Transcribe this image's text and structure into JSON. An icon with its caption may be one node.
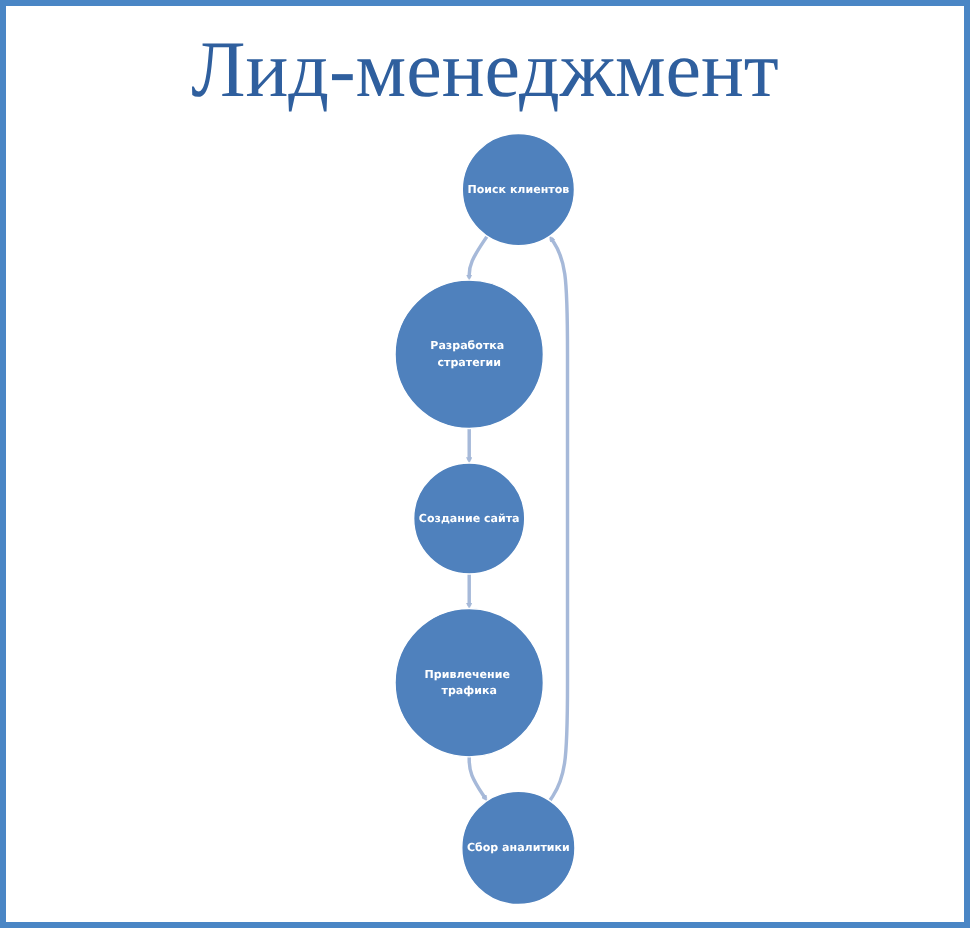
{
  "diagram": {
    "title": "Лид-менеджмент",
    "nodes": [
      {
        "text": [
          "Поиск клиентов"
        ]
      },
      {
        "text": [
          "Разработка стратегии"
        ]
      },
      {
        "text": [
          "Создание сайта"
        ]
      },
      {
        "text": [
          "Привлечение трафика"
        ]
      },
      {
        "text": [
          "Сбор аналитики"
        ]
      }
    ],
    "edges": [
      {
        "from": 0,
        "to": 1,
        "arrow": "to"
      },
      {
        "from": 1,
        "to": 2,
        "arrow": "to"
      },
      {
        "from": 2,
        "to": 3,
        "arrow": "to"
      },
      {
        "from": 3,
        "to": 4,
        "arrow": "to"
      },
      {
        "from": 4,
        "to": 0,
        "arrow": "to"
      }
    ]
  }
}
